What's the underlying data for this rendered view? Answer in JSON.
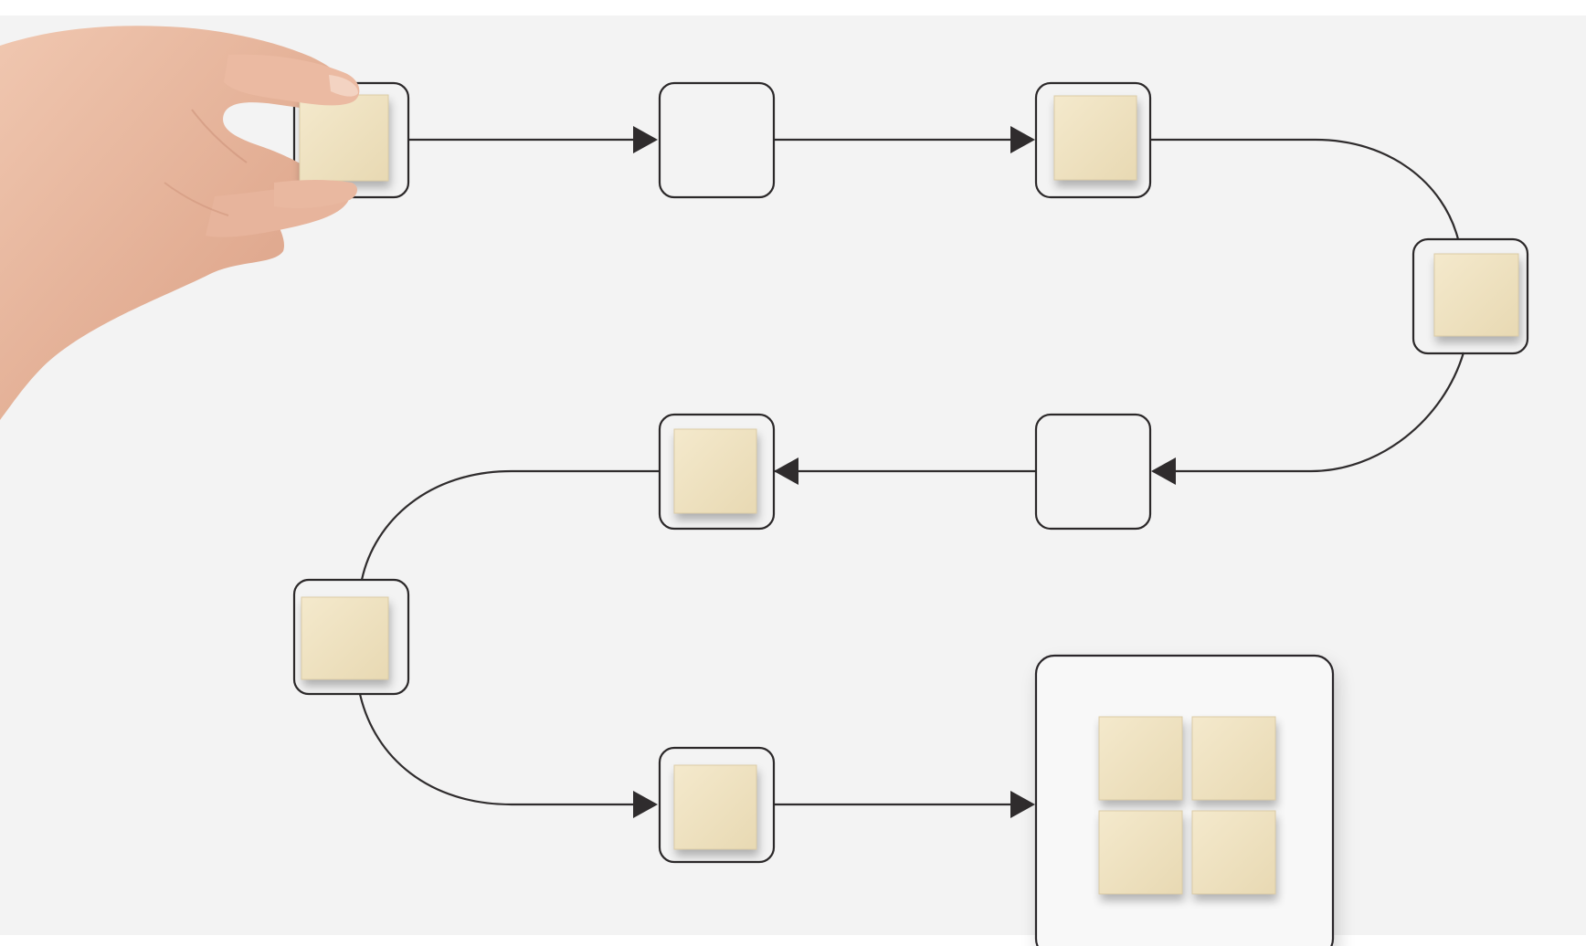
{
  "scene": {
    "description_color_bg": "#f3f3f3",
    "colors": {
      "background": "#f3f3f3",
      "top_strip": "#ffffff",
      "line": "#2f2c2d",
      "frame": "#2b2829",
      "block_face": "#efe3c4",
      "block_edge": "#d8c9a3",
      "tray": "#f8f8f8",
      "skin": "#e8b9a1"
    },
    "flow": {
      "slots": [
        {
          "id": "slot-1",
          "filled": true,
          "held_by_hand": true
        },
        {
          "id": "slot-2",
          "filled": false
        },
        {
          "id": "slot-3",
          "filled": true
        },
        {
          "id": "slot-4",
          "filled": true
        },
        {
          "id": "slot-5",
          "filled": false
        },
        {
          "id": "slot-6",
          "filled": true
        },
        {
          "id": "slot-7",
          "filled": true
        },
        {
          "id": "slot-8",
          "filled": true
        }
      ],
      "final_tray": {
        "blocks": 4
      }
    }
  }
}
